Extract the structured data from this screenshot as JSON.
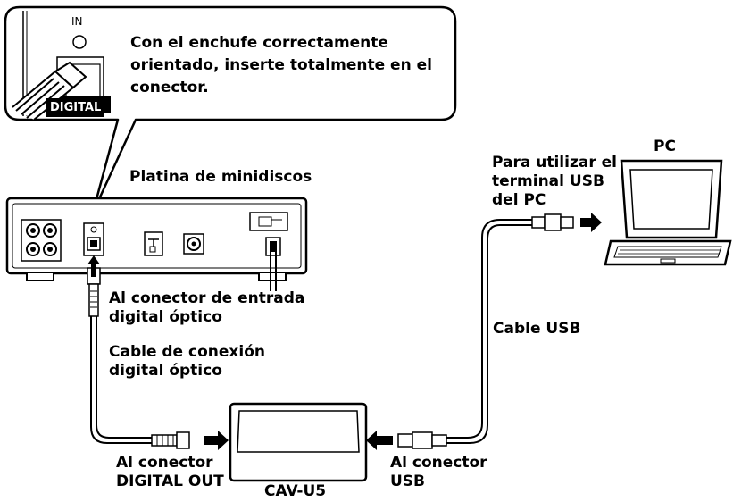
{
  "callout": {
    "instruction": "Con el enchufe correctamente\norientado, inserte totalmente en el\nconector.",
    "port_label_in": "IN",
    "port_label_digital": "DIGITAL"
  },
  "devices": {
    "md_deck": "Platina de minidiscos",
    "pc": "PC",
    "converter": "CAV-U5"
  },
  "labels": {
    "optical_input": "Al conector de entrada\ndigital óptico",
    "optical_cable": "Cable de conexión\ndigital óptico",
    "digital_out": "Al conector\nDIGITAL OUT",
    "usb_connector": "Al conector\nUSB",
    "usb_cable": "Cable USB",
    "pc_usb_terminal": "Para utilizar el\nterminal USB\ndel PC"
  }
}
